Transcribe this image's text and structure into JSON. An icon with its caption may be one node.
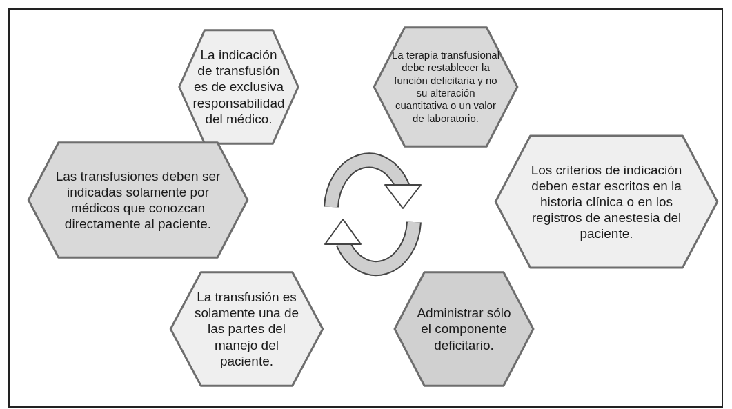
{
  "diagram": {
    "nodes": [
      {
        "text": [
          "La indicación de transfusión es de exclusiva responsabilidad del médico."
        ]
      },
      {
        "text": [
          "La terapia transfusional debe restablecer la función deficitaria y no su alteración cuantitativa o un valor de laboratorio."
        ]
      },
      {
        "text": [
          "Las transfusiones deben ser indicadas solamente por médicos que conozcan directamente al paciente."
        ]
      },
      {
        "text": [
          "Los criterios de indicación deben estar escritos en la historia clínica o en los registros de anestesia del paciente."
        ]
      },
      {
        "text": [
          "La transfusión es solamente una de las partes del manejo del paciente."
        ]
      },
      {
        "text": [
          "Administrar sólo el componente deficitario."
        ]
      }
    ]
  }
}
